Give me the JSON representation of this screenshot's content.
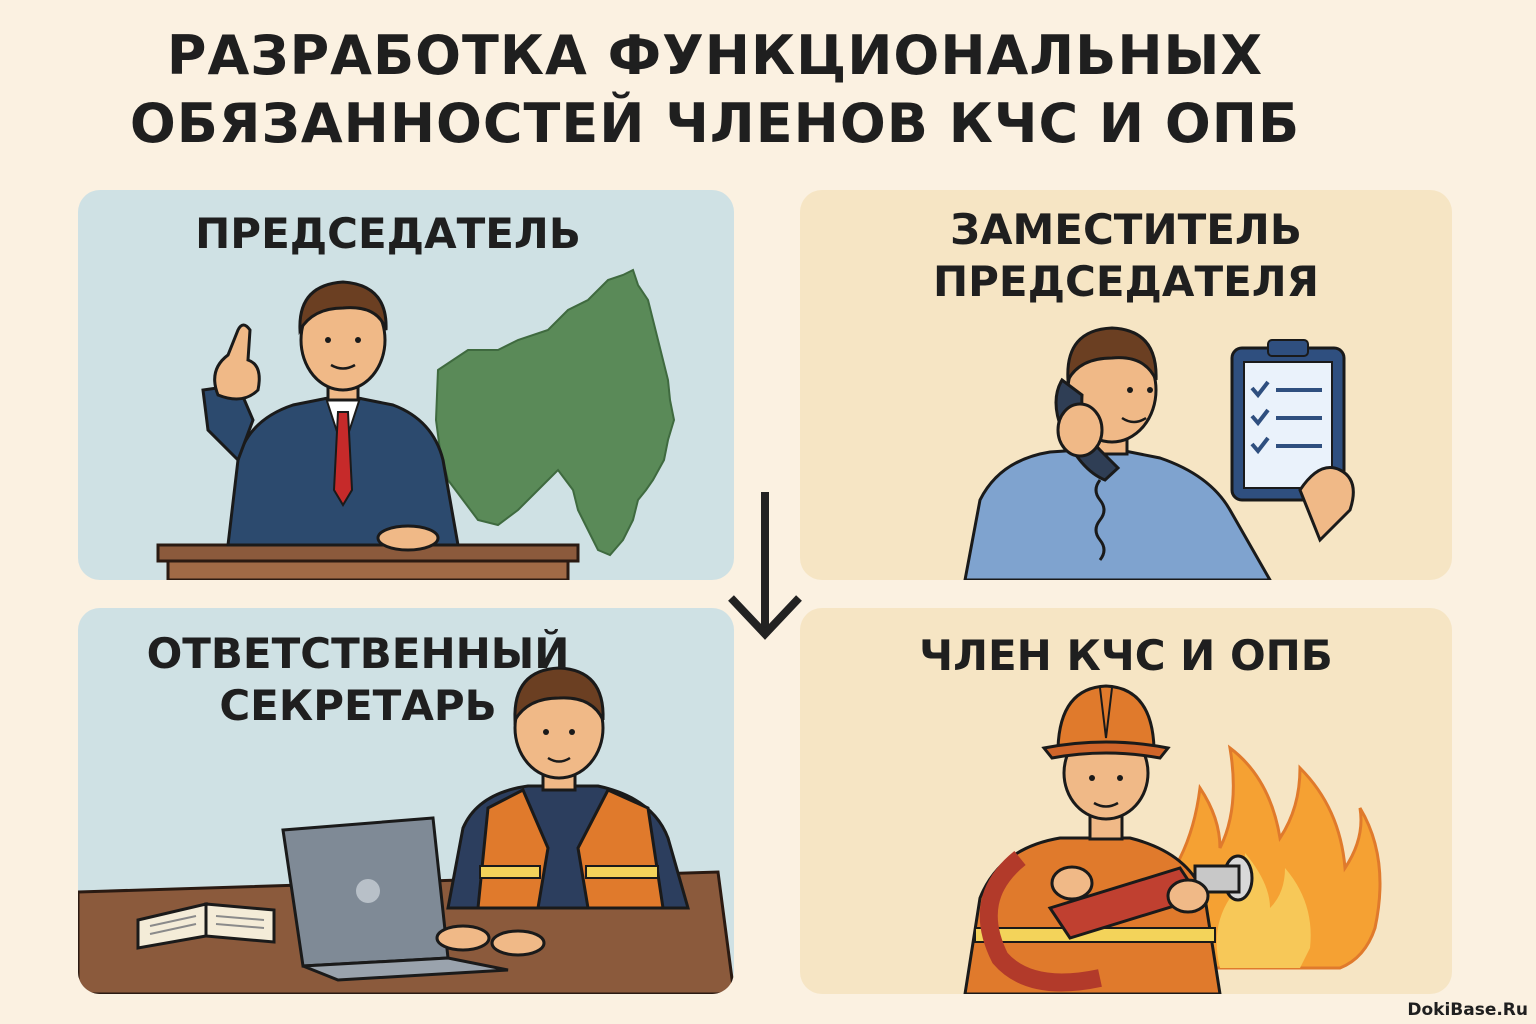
{
  "title": "РАЗРАБОТКА ФУНКЦИОНАЛЬНЫХ\nОБЯЗАННОСТЕЙ ЧЛЕНОВ КЧС И ОПБ",
  "cards": [
    {
      "label": "ПРЕДСЕДАТЕЛЬ",
      "background": "#cfe1e4",
      "illustration": "man-in-suit-with-raised-finger-and-map"
    },
    {
      "label": "ЗАМЕСТИТЕЛЬ\nПРЕДСЕДАТЕЛЯ",
      "background": "#f6e5c4",
      "illustration": "man-on-phone-with-checklist"
    },
    {
      "label": "ОТВЕТСТВЕННЫЙ\nСЕКРЕТАРЬ",
      "background": "#cfe1e4",
      "illustration": "man-in-vest-with-laptop"
    },
    {
      "label": "ЧЛЕН КЧС И ОПБ",
      "background": "#f6e5c4",
      "illustration": "firefighter-with-hose-and-fire"
    }
  ],
  "arrow_icon": "arrow-down-icon",
  "watermark": "DokiBase.Ru"
}
